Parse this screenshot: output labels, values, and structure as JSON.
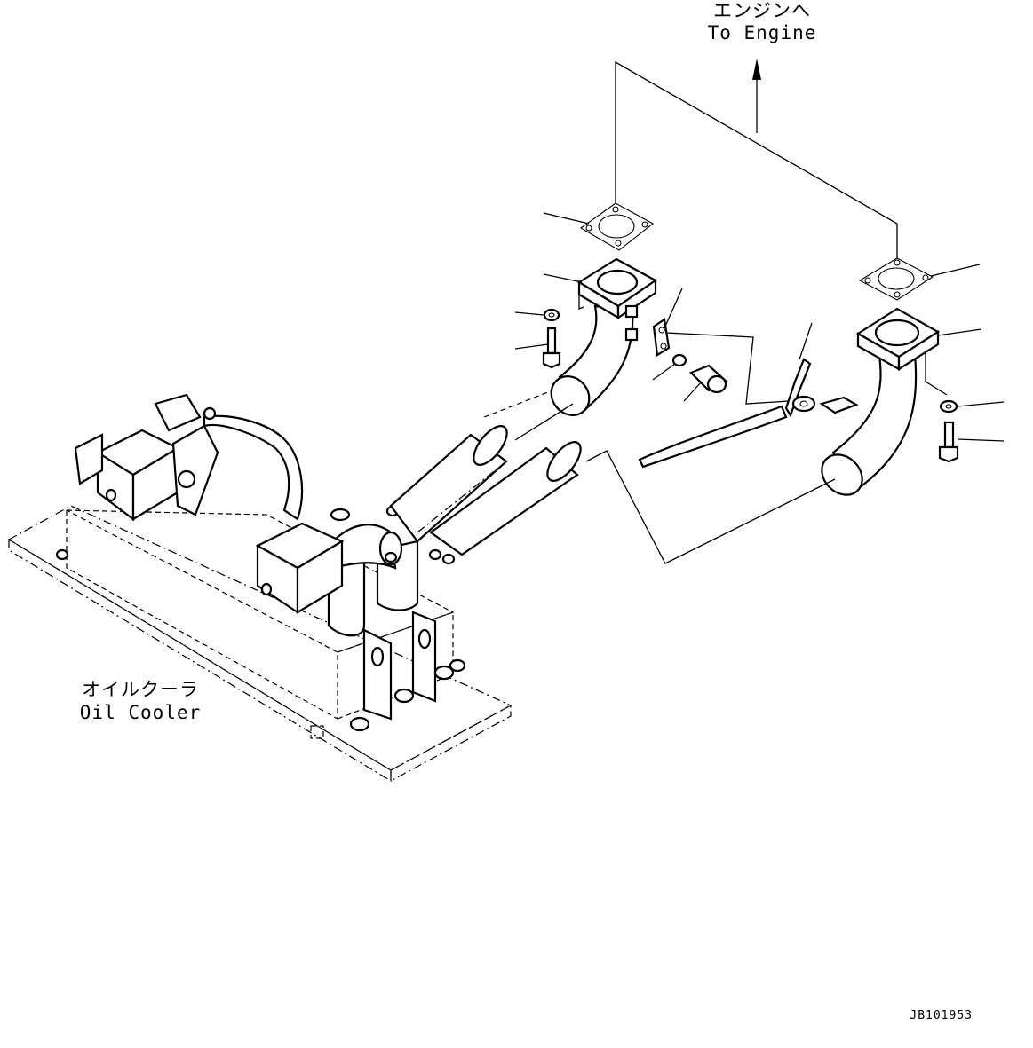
{
  "labels": {
    "engine_jp": "エンジンへ",
    "engine_en": "To Engine",
    "cooler_jp": "オイルクーラ",
    "cooler_en": "Oil Cooler"
  },
  "drawing_code": "JB101953"
}
